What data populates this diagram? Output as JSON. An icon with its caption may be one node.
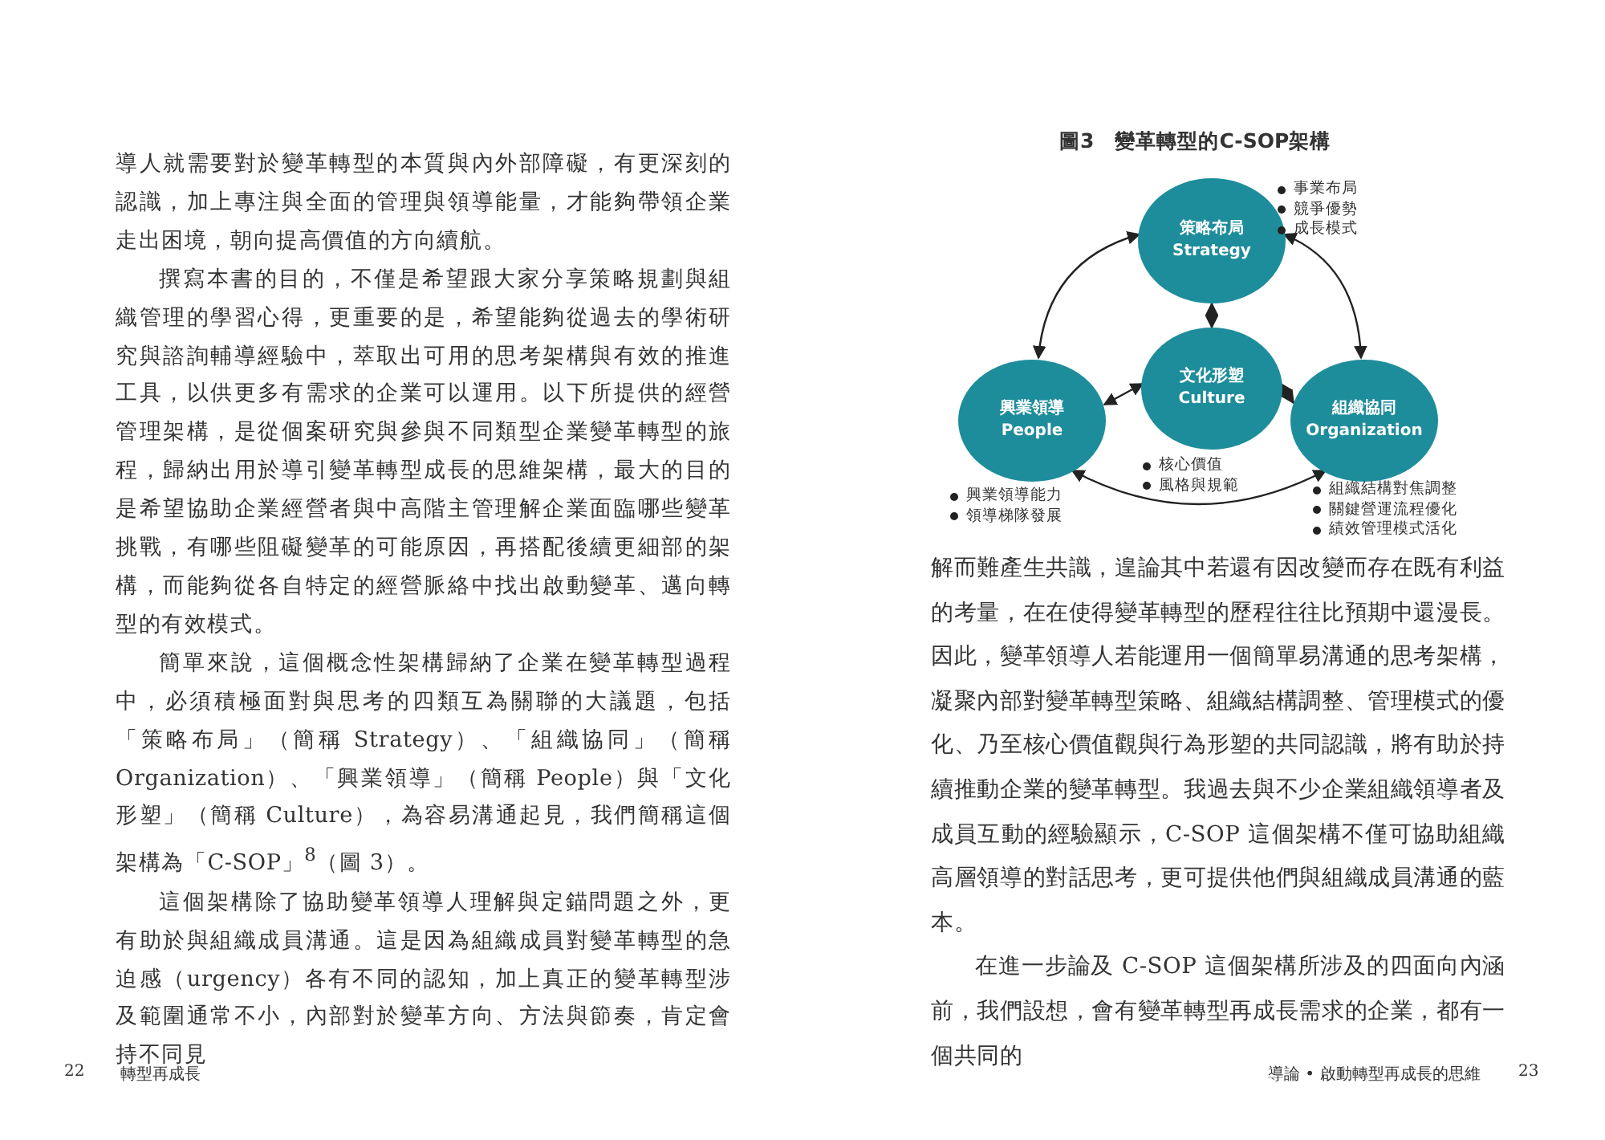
{
  "diagram": {
    "title": "圖3　變革轉型的C-SOP架構",
    "nodes": [
      {
        "text": [
          "策略布局",
          "Strategy"
        ],
        "beside": [
          "事業布局",
          "競爭優勢",
          "成長模式"
        ]
      },
      {
        "text": [
          "文化形塑",
          "Culture"
        ],
        "beside": [
          "核心價值",
          "風格與規範"
        ]
      },
      {
        "text": [
          "興業領導",
          "People"
        ],
        "beside": [
          "興業領導能力",
          "領導梯隊發展"
        ]
      },
      {
        "text": [
          "組織協同",
          "Organization"
        ],
        "beside": [
          "組織結構對焦調整",
          "關鍵營運流程優化",
          "績效管理模式活化"
        ]
      }
    ],
    "edges": [
      {
        "from": 0,
        "to": 2,
        "arrow": "both"
      },
      {
        "from": 0,
        "to": 3,
        "arrow": "both"
      },
      {
        "from": 0,
        "to": 1,
        "arrow": "both"
      },
      {
        "from": 2,
        "to": 1,
        "arrow": "both"
      },
      {
        "from": 1,
        "to": 3,
        "arrow": "both"
      },
      {
        "from": 2,
        "to": 3,
        "arrow": "both"
      }
    ],
    "labels": [
      "導人就需要對於變革轉型的本質與內外部障礙，有更深刻的認識，加上專注與全面的管理與領導能量，才能夠帶領企業走出困境，朝向提高價值的方向續航。",
      "撰寫本書的目的，不僅是希望跟大家分享策略規劃與組織管理的學習心得，更重要的是，希望能夠從過去的學術研究與諮詢輔導經驗中，萃取出可用的思考架構與有效的推進工具，以供更多有需求的企業可以運用。以下所提供的經營管理架構，是從個案研究與參與不同類型企業變革轉型的旅程，歸納出用於導引變革轉型成長的思維架構，最大的目的是希望協助企業經營者與中高階主管理解企業面臨哪些變革挑戰，有哪些阻礙變革的可能原因，再搭配後續更細部的架構，而能夠從各自特定的經營脈絡中找出啟動變革、邁向轉型的有效模式。",
      "簡單來說，這個概念性架構歸納了企業在變革轉型過程中，必須積極面對與思考的四類互為關聯的大議題，包括「策略布局」（簡稱 Strategy）、「組織協同」（簡稱 Organization）、「興業領導」（簡稱 People）與「文化形塑」（簡稱 Culture），為容易溝通起見，我們簡稱這個架構為「C-SOP」$^{8}$（圖 3）。",
      "這個架構除了協助變革領導人理解與定錨問題之外，更有助於與組織成員溝通。這是因為組織成員對變革轉型的急迫感（urgency）各有不同的認知，加上真正的變革轉型涉及範圍通常不小，內部對於變革方向、方法與節奏，肯定會持不同見",
      "解而難產生共識，遑論其中若還有因改變而存在既有利益的考量，在在使得變革轉型的歷程往往比預期中還漫長。因此，變革領導人若能運用一個簡單易溝通的思考架構，凝聚內部對變革轉型策略、組織結構調整、管理模式的優化、乃至核心價值觀與行為形塑的共同認識，將有助於持續推動企業的變革轉型。我過去與不少企業組織領導者及成員互動的經驗顯示，C-SOP 這個架構不僅可協助組織高層領導的對話思考，更可提供他們與組織成員溝通的藍本。",
      "在進一步論及 C-SOP 這個架構所涉及的四面向內涵前，我們設想，會有變革轉型再成長需求的企業，都有一個共同的",
      "22",
      "轉型再成長",
      "導論 • 啟動轉型再成長的思維",
      "23"
    ]
  }
}
